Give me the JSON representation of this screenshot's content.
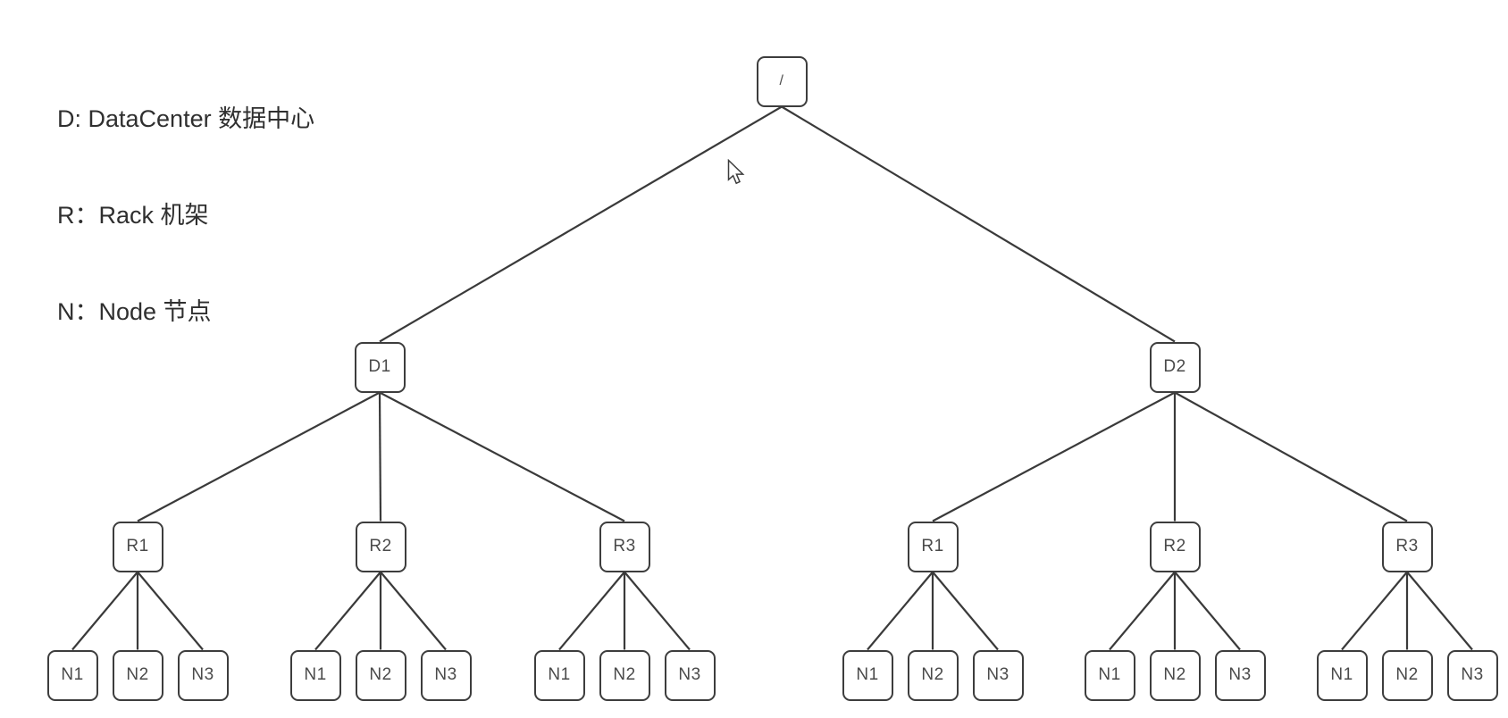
{
  "legend": {
    "lines": [
      "D: DataCenter 数据中心",
      "R：Rack 机架",
      "N：Node 节点"
    ]
  },
  "tree": {
    "root": {
      "label": "/"
    },
    "datacenters": [
      {
        "label": "D1",
        "racks": [
          {
            "label": "R1",
            "nodes": [
              "N1",
              "N2",
              "N3"
            ]
          },
          {
            "label": "R2",
            "nodes": [
              "N1",
              "N2",
              "N3"
            ]
          },
          {
            "label": "R3",
            "nodes": [
              "N1",
              "N2",
              "N3"
            ]
          }
        ]
      },
      {
        "label": "D2",
        "racks": [
          {
            "label": "R1",
            "nodes": [
              "N1",
              "N2",
              "N3"
            ]
          },
          {
            "label": "R2",
            "nodes": [
              "N1",
              "N2",
              "N3"
            ]
          },
          {
            "label": "R3",
            "nodes": [
              "N1",
              "N2",
              "N3"
            ]
          }
        ]
      }
    ]
  },
  "colors": {
    "edge": "#3a3a3a",
    "box_border": "#3d3d3d",
    "box_fill": "#ffffff",
    "label_text": "#4a4a4a",
    "legend_text": "#2f2f2f",
    "background": "#ffffff"
  },
  "cursor": {
    "icon": "arrow-pointer"
  }
}
